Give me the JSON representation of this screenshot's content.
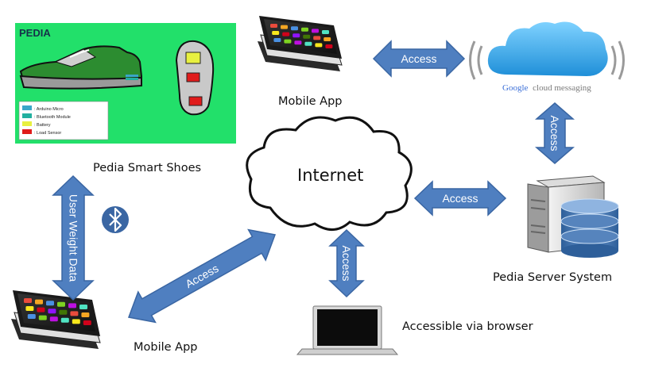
{
  "labels": {
    "mobile_app_top": "Mobile App",
    "smart_shoes": "Pedia Smart Shoes",
    "internet": "Internet",
    "server_system": "Pedia Server System",
    "browser": "Accessible via browser",
    "mobile_app_bottom": "Mobile App"
  },
  "arrows": {
    "app_cloud": "Access",
    "cloud_server": "Access",
    "internet_server": "Access",
    "internet_laptop": "Access",
    "internet_app": "Access",
    "shoes_app": "User Weight Data"
  },
  "shoes_panel": {
    "title": "PEDIA",
    "legend": [
      {
        "label": ": Arduino Micro",
        "color": "#3aa6c9"
      },
      {
        "label": ": Bluetooth Module",
        "color": "#22b0a0"
      },
      {
        "label": ": Battery",
        "color": "#e8f040"
      },
      {
        "label": ": Load Sensor",
        "color": "#e01b1b"
      }
    ],
    "background": "#22e06a"
  },
  "gcm": {
    "brand": "Google",
    "suffix": "cloud messaging"
  },
  "icons": {
    "bluetooth": "bluetooth-icon",
    "cloud": "cloud-icon",
    "server": "server-icon",
    "laptop": "laptop-icon",
    "phone": "smartphone-icon"
  },
  "colors": {
    "arrow_fill": "#4f7fc0",
    "arrow_stroke": "#3a66a3",
    "gcm_cloud": "#29a3e5"
  }
}
